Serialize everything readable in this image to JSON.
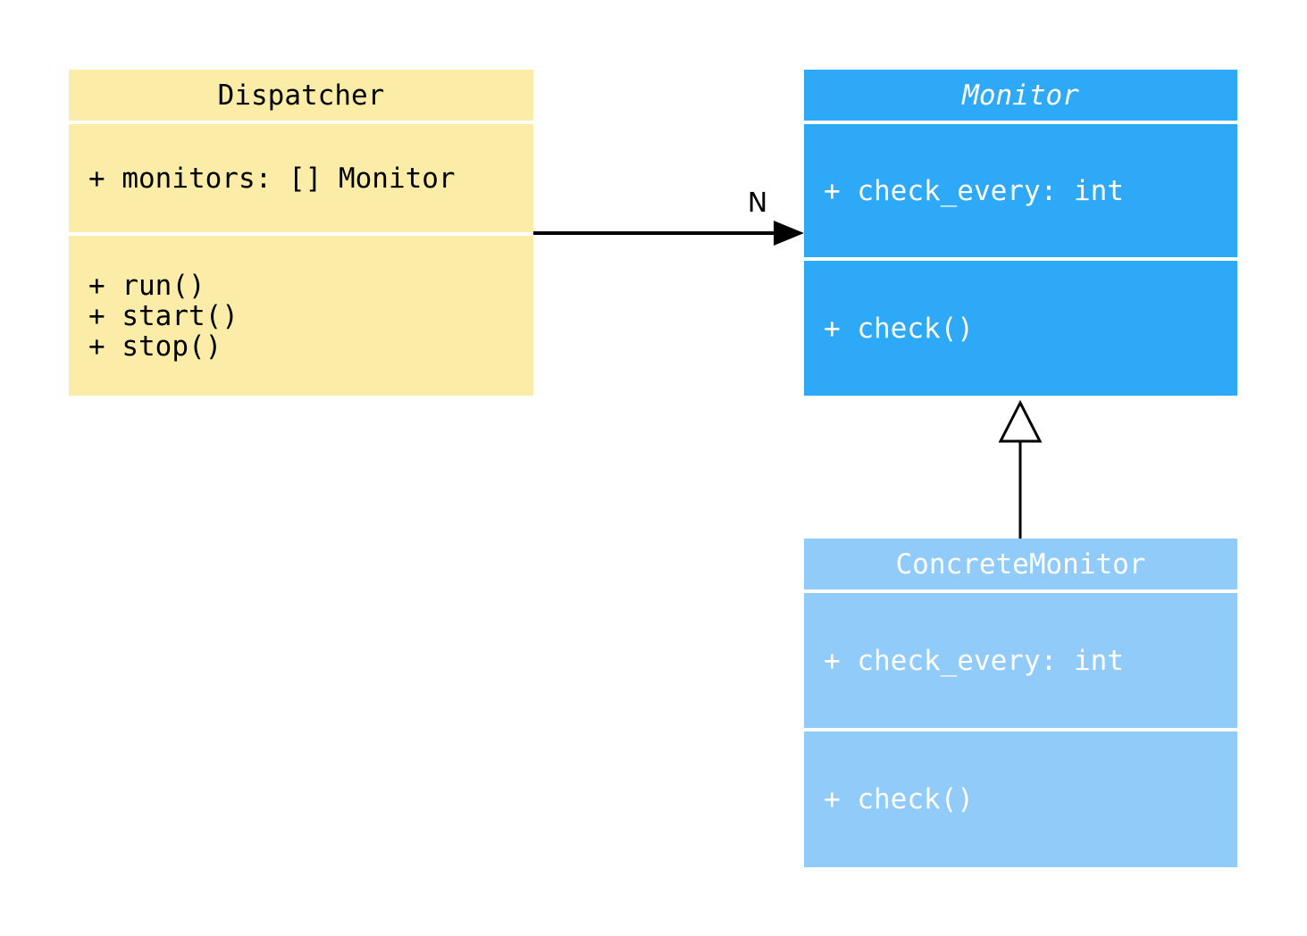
{
  "classes": {
    "dispatcher": {
      "name": "Dispatcher",
      "attributes": [
        "+ monitors: [] Monitor"
      ],
      "methods": [
        "+ run()",
        "+ start()",
        "+ stop()"
      ],
      "fill": "#FBEDA7",
      "text_color": "#000000"
    },
    "monitor": {
      "name": "Monitor",
      "abstract": true,
      "attributes": [
        "+ check_every: int"
      ],
      "methods": [
        "+ check()"
      ],
      "fill": "#2EA9F8",
      "text_color": "#FFFFFF"
    },
    "concrete_monitor": {
      "name": "ConcreteMonitor",
      "attributes": [
        "+ check_every: int"
      ],
      "methods": [
        "+ check()"
      ],
      "fill": "#90CBFA",
      "text_color": "#FFFFFF"
    }
  },
  "relations": {
    "association": {
      "from": "Dispatcher",
      "to": "Monitor",
      "label": "N"
    },
    "inheritance": {
      "from": "ConcreteMonitor",
      "to": "Monitor"
    }
  }
}
